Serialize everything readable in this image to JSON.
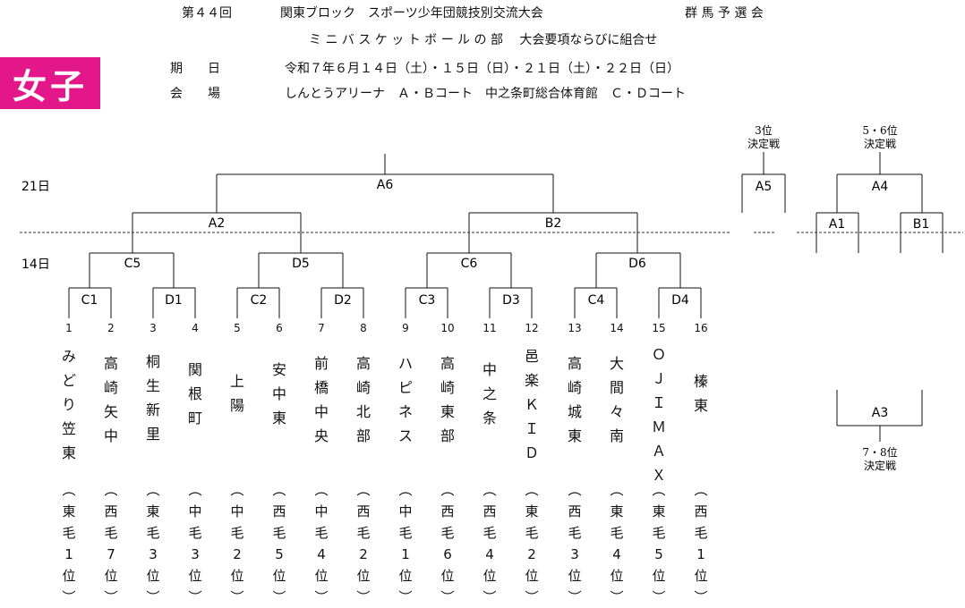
{
  "header": {
    "line1_edition": "第４４回",
    "line1_event": "関東ブロック　スポーツ少年団競技別交流大会",
    "line1_qual": "群 馬 予 選 会",
    "line2": "ミ ニ バ ス ケ ッ ト ボ ー ル の 部　 大会要項ならびに組合せ",
    "date_label": "期　　日",
    "date_value": "令和７年６月１４日（土）・１５日（日）・２１日（土）・２２日（日）",
    "venue_label": "会　　場",
    "venue_value": "しんとうアリーナ　Ａ・Ｂコート　中之条町総合体育館　Ｃ・Ｄコート"
  },
  "badge": {
    "text": "女子",
    "color": "#e4178a"
  },
  "days": {
    "day21": "21日",
    "day14": "14日"
  },
  "games": {
    "A6": "A6",
    "A2": "A2",
    "B2": "B2",
    "C5": "C5",
    "D5": "D5",
    "C6": "C6",
    "D6": "D6",
    "C1": "C1",
    "D1": "D1",
    "C2": "C2",
    "D2": "D2",
    "C3": "C3",
    "D3": "D3",
    "C4": "C4",
    "D4": "D4",
    "A5": "A5",
    "A4": "A4",
    "A1": "A1",
    "B1": "B1",
    "A3": "A3"
  },
  "playoffs": {
    "third_line1": "3位",
    "third_line2": "決定戦",
    "fifth_line1": "5・6位",
    "fifth_line2": "決定戦",
    "seventh_line1": "7・8位",
    "seventh_line2": "決定戦"
  },
  "teams": [
    {
      "num": "1",
      "name": "みどり笠東",
      "rank": "（東毛1位）"
    },
    {
      "num": "2",
      "name": "高崎矢中",
      "rank": "（西毛7位）"
    },
    {
      "num": "3",
      "name": "桐生新里",
      "rank": "（東毛3位）"
    },
    {
      "num": "4",
      "name": "関根町",
      "rank": "（中毛3位）"
    },
    {
      "num": "5",
      "name": "上陽",
      "rank": "（中毛2位）"
    },
    {
      "num": "6",
      "name": "安中東",
      "rank": "（西毛5位）"
    },
    {
      "num": "7",
      "name": "前橋中央",
      "rank": "（中毛4位）"
    },
    {
      "num": "8",
      "name": "高崎北部",
      "rank": "（西毛2位）"
    },
    {
      "num": "9",
      "name": "ハピネス",
      "rank": "（中毛1位）"
    },
    {
      "num": "10",
      "name": "高崎東部",
      "rank": "（西毛6位）"
    },
    {
      "num": "11",
      "name": "中之条",
      "rank": "（西毛4位）"
    },
    {
      "num": "12",
      "name": "邑楽ＫＩＤ",
      "rank": "（東毛2位）"
    },
    {
      "num": "13",
      "name": "高崎城東",
      "rank": "（西毛3位）"
    },
    {
      "num": "14",
      "name": "大間々南",
      "rank": "（東毛4位）"
    },
    {
      "num": "15",
      "name": "ＯＪＩＭＡＸ",
      "rank": "（東毛5位）"
    },
    {
      "num": "16",
      "name": "榛東",
      "rank": "（西毛1位）"
    }
  ]
}
